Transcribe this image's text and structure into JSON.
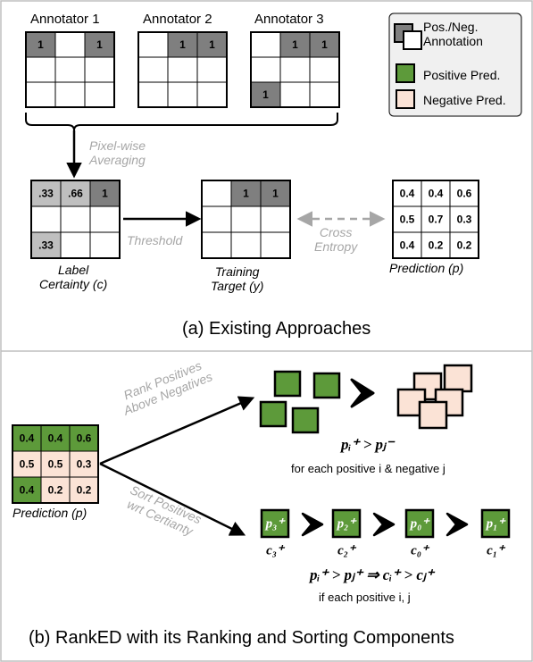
{
  "colors": {
    "annotation_gray": "#7f7f7f",
    "certainty_light": "#bfbfbf",
    "positive_green": "#5d9a3a",
    "negative_pink": "#fbe3d6",
    "arrow_gray": "#a6a6a6",
    "legend_bg": "#f0f0f0"
  },
  "top": {
    "annotators": [
      {
        "title": "Annotator 1",
        "cells": [
          "1",
          "",
          "1",
          "",
          "",
          "",
          "",
          "",
          ""
        ]
      },
      {
        "title": "Annotator 2",
        "cells": [
          "",
          "1",
          "1",
          "",
          "",
          "",
          "",
          "",
          ""
        ]
      },
      {
        "title": "Annotator 3",
        "cells": [
          "",
          "1",
          "1",
          "",
          "",
          "",
          "1",
          "",
          ""
        ]
      }
    ],
    "legend": {
      "items": [
        {
          "icon": "pos-neg-squares-icon",
          "label_line1": "Pos./Neg.",
          "label_line2": "Annotation"
        },
        {
          "icon": "green-square-icon",
          "label": "Positive Pred."
        },
        {
          "icon": "pink-square-icon",
          "label": "Negative Pred."
        }
      ]
    },
    "averaging_label_line1": "Pixel-wise",
    "averaging_label_line2": "Averaging",
    "certainty_grid": [
      ".33",
      ".66",
      "1",
      "",
      "",
      "",
      ".33",
      "",
      ""
    ],
    "certainty_caption_line1": "Label",
    "certainty_caption_line2": "Certainty (c)",
    "threshold_label": "Threshold",
    "target_grid": [
      "",
      "1",
      "1",
      "",
      "",
      "",
      "",
      "",
      ""
    ],
    "target_caption_line1": "Training",
    "target_caption_line2": "Target (y)",
    "cross_entropy_line1": "Cross",
    "cross_entropy_line2": "Entropy",
    "prediction_grid": [
      "0.4",
      "0.4",
      "0.6",
      "0.5",
      "0.7",
      "0.3",
      "0.4",
      "0.2",
      "0.2"
    ],
    "prediction_caption": "Prediction (p)",
    "section_caption": "(a) Existing Approaches"
  },
  "bottom": {
    "prediction_grid": [
      "0.4",
      "0.4",
      "0.6",
      "0.5",
      "0.5",
      "0.3",
      "0.4",
      "0.2",
      "0.2"
    ],
    "prediction_positive_mask": [
      true,
      true,
      true,
      false,
      false,
      false,
      true,
      false,
      false
    ],
    "prediction_caption": "Prediction (p)",
    "rank_label_line1": "Rank Positives",
    "rank_label_line2": "Above Negatives",
    "sort_label_line1": "Sort Positives",
    "sort_label_line2": "wrt Certianty",
    "rank_formula": "pᵢ⁺ > pⱼ⁻",
    "rank_note": "for each positive i & negative j",
    "sorted_boxes": [
      {
        "p": "p₃⁺",
        "c": "c₃⁺"
      },
      {
        "p": "p₂⁺",
        "c": "c₂⁺"
      },
      {
        "p": "p₀⁺",
        "c": "c₀⁺"
      },
      {
        "p": "p₁⁺",
        "c": "c₁⁺"
      }
    ],
    "sort_formula": "pᵢ⁺ > pⱼ⁺ ⇒ cᵢ⁺ > cⱼ⁺",
    "sort_note": "if each positive i, j",
    "section_caption": "(b) RankED with its Ranking and Sorting Components"
  }
}
